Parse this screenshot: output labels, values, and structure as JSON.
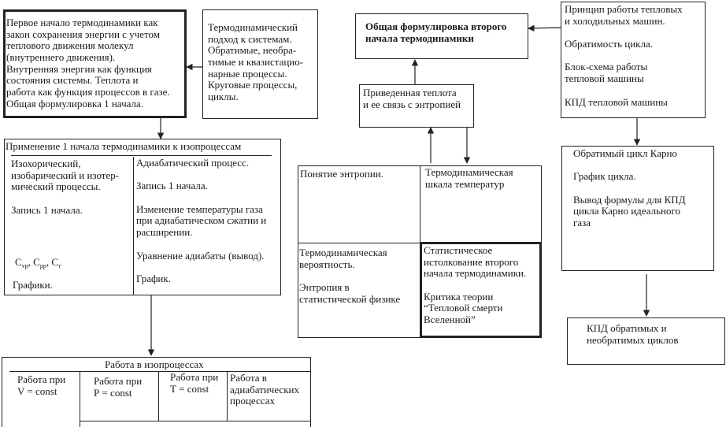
{
  "box1": {
    "text": "Первое начало термодинамики как\nзакон  сохранения энергии с учетом\nтеплового движения молекул\n(внутреннего  движения).\nВнутренняя энергия как функция\nсостояния системы. Теплота и\nработа как функция процессов в газе.\nОбщая формулировка 1 начала."
  },
  "box2": {
    "text": "Термодинамический\nподход к системам.\nОбратимые, необра-\nтимые и квазистацио-\nнарные процессы.\nКруговые процессы,\nциклы."
  },
  "box3": {
    "title": "Общая формулировка второго\nначала термодинамики"
  },
  "box4": {
    "text": "Принцип работы тепловых\nи холодильных машин.\n\nОбратимость цикла.\n\nБлок-схема работы\n тепловой машины\n\nКПД тепловой машины"
  },
  "box5": {
    "text": "Приведенная теплота\nи ее связь с энтропией"
  },
  "iso": {
    "header": "Применение 1 начала термодинамики к изопроцессам",
    "left_text": "Изохорический,\nизобарический и изотер-\nмический процессы.\n\nЗапись 1 начала.",
    "c_main": "С",
    "c_sub_vp": "vр",
    "c_sep": ", С",
    "c_sub_pp": "pр",
    "c_sep2": ", С",
    "c_sub_t": "т",
    "left_graphs": "Графики.",
    "right_text": "Адиабатический процесс.\n\nЗапись 1 начала.\n\nИзменение температуры газа\nпри адиабатическом сжатии и\nрасширении.\n\nУравнение адиабаты (вывод).\n\nГрафик."
  },
  "entropy": {
    "tl": "Понятие энтропии.",
    "tr": "Термодинамическая\nшкала температур",
    "bl": "Термодинамическая\nвероятность.\n\nЭнтропия в\nстатистической физике",
    "br": "Статистическое\nистолкование второго\nначала термодинамики.\n\nКритика теории\n“Тепловой смерти\nВселенной”"
  },
  "carnot": {
    "text": "Обратимый цикл Карно\n\nГрафик цикла.\n\nВывод формулы для КПД\nцикла Карно идеального\nгаза"
  },
  "kpd": {
    "text": "КПД обратимых и\nнеобратимых циклов"
  },
  "work": {
    "header": "Работа в изопроцессах",
    "c1": "Работа при\nV = const",
    "c2": "Работа при\nР = const",
    "c3": "Работа при\nТ = const",
    "c4": "Работа в\nадиабатических\nпроцессах"
  }
}
